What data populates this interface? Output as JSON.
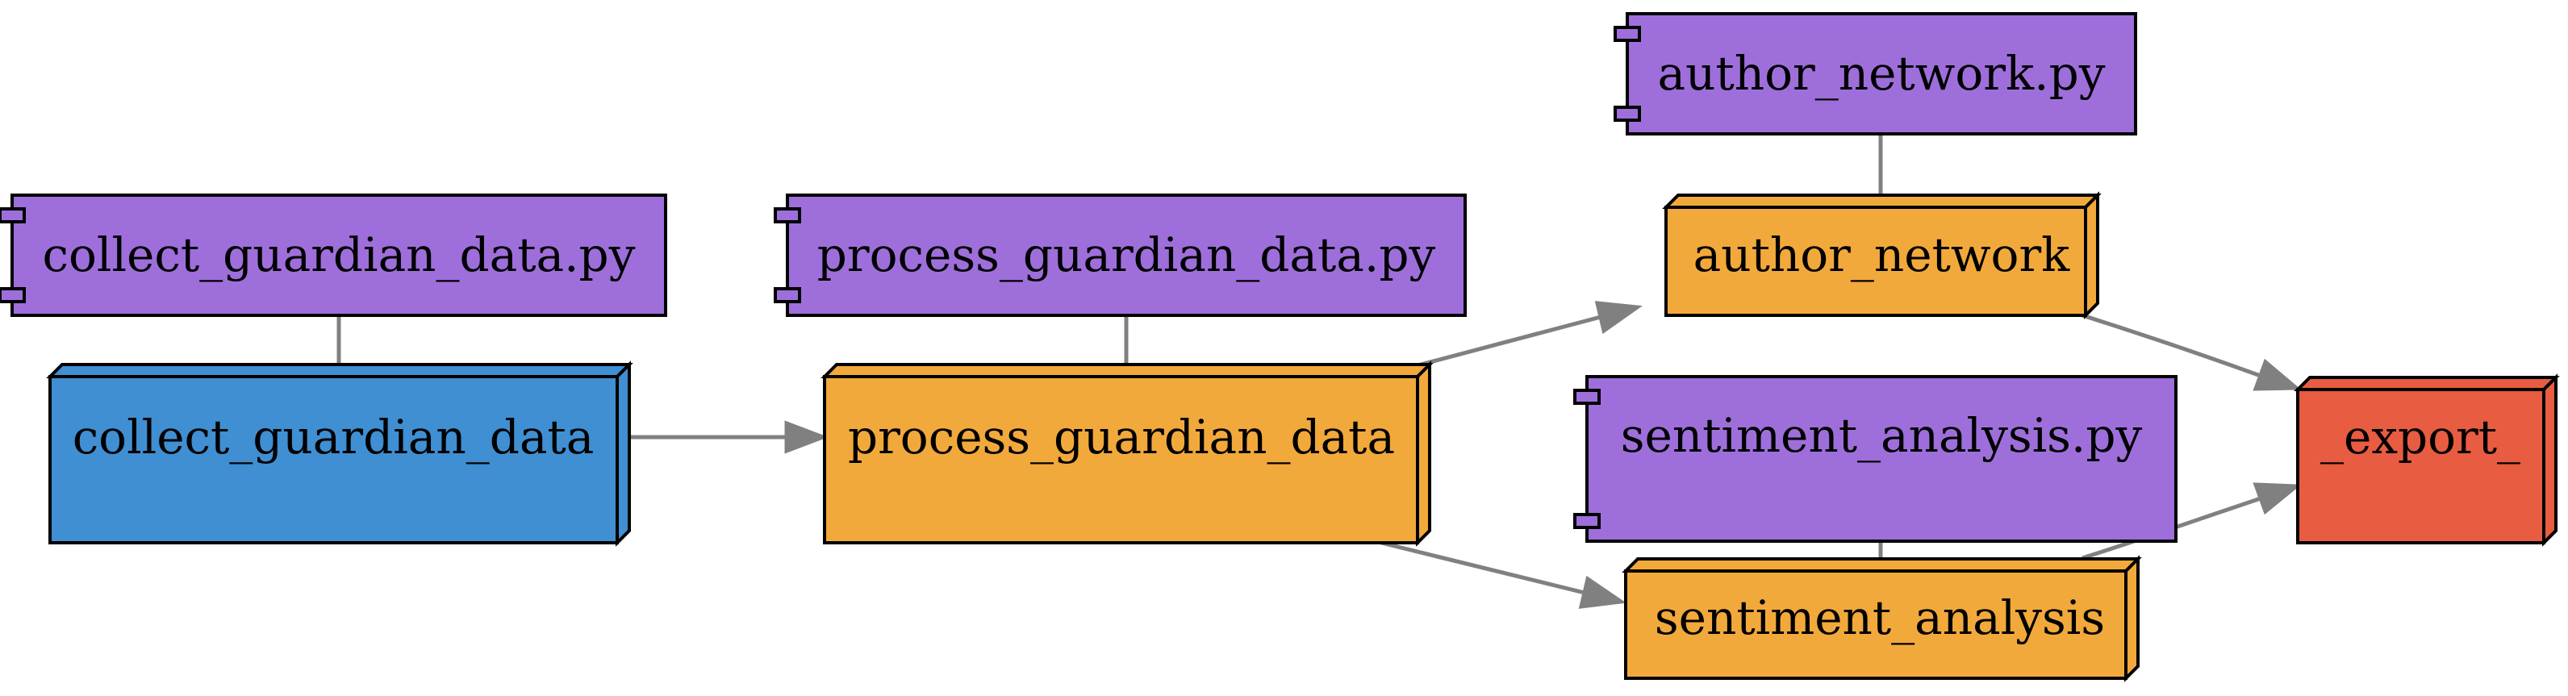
{
  "colors": {
    "script": "#9e6fdb",
    "data_blue": "#3f8fd2",
    "data_orange": "#f2a93b",
    "export_red": "#e85c41",
    "edge": "#808080",
    "stroke": "#000000"
  },
  "nodes": {
    "collect_script": {
      "label": "collect_guardian_data.py",
      "kind": "script"
    },
    "collect_data": {
      "label": "collect_guardian_data",
      "kind": "data_blue"
    },
    "process_script": {
      "label": "process_guardian_data.py",
      "kind": "script"
    },
    "process_data": {
      "label": "process_guardian_data",
      "kind": "data_orange"
    },
    "author_script": {
      "label": "author_network.py",
      "kind": "script"
    },
    "author_data": {
      "label": "author_network",
      "kind": "data_orange"
    },
    "sentiment_script": {
      "label": "sentiment_analysis.py",
      "kind": "script"
    },
    "sentiment_data": {
      "label": "sentiment_analysis",
      "kind": "data_orange"
    },
    "export": {
      "label": "_export_",
      "kind": "export_red"
    }
  },
  "edges": [
    {
      "from": "collect_script",
      "to": "collect_data",
      "arrow": false
    },
    {
      "from": "process_script",
      "to": "process_data",
      "arrow": false
    },
    {
      "from": "author_script",
      "to": "author_data",
      "arrow": false
    },
    {
      "from": "sentiment_script",
      "to": "sentiment_data",
      "arrow": false
    },
    {
      "from": "collect_data",
      "to": "process_data",
      "arrow": true
    },
    {
      "from": "process_data",
      "to": "author_data",
      "arrow": true
    },
    {
      "from": "process_data",
      "to": "sentiment_data",
      "arrow": true
    },
    {
      "from": "author_data",
      "to": "export",
      "arrow": true
    },
    {
      "from": "sentiment_data",
      "to": "export",
      "arrow": true
    }
  ]
}
